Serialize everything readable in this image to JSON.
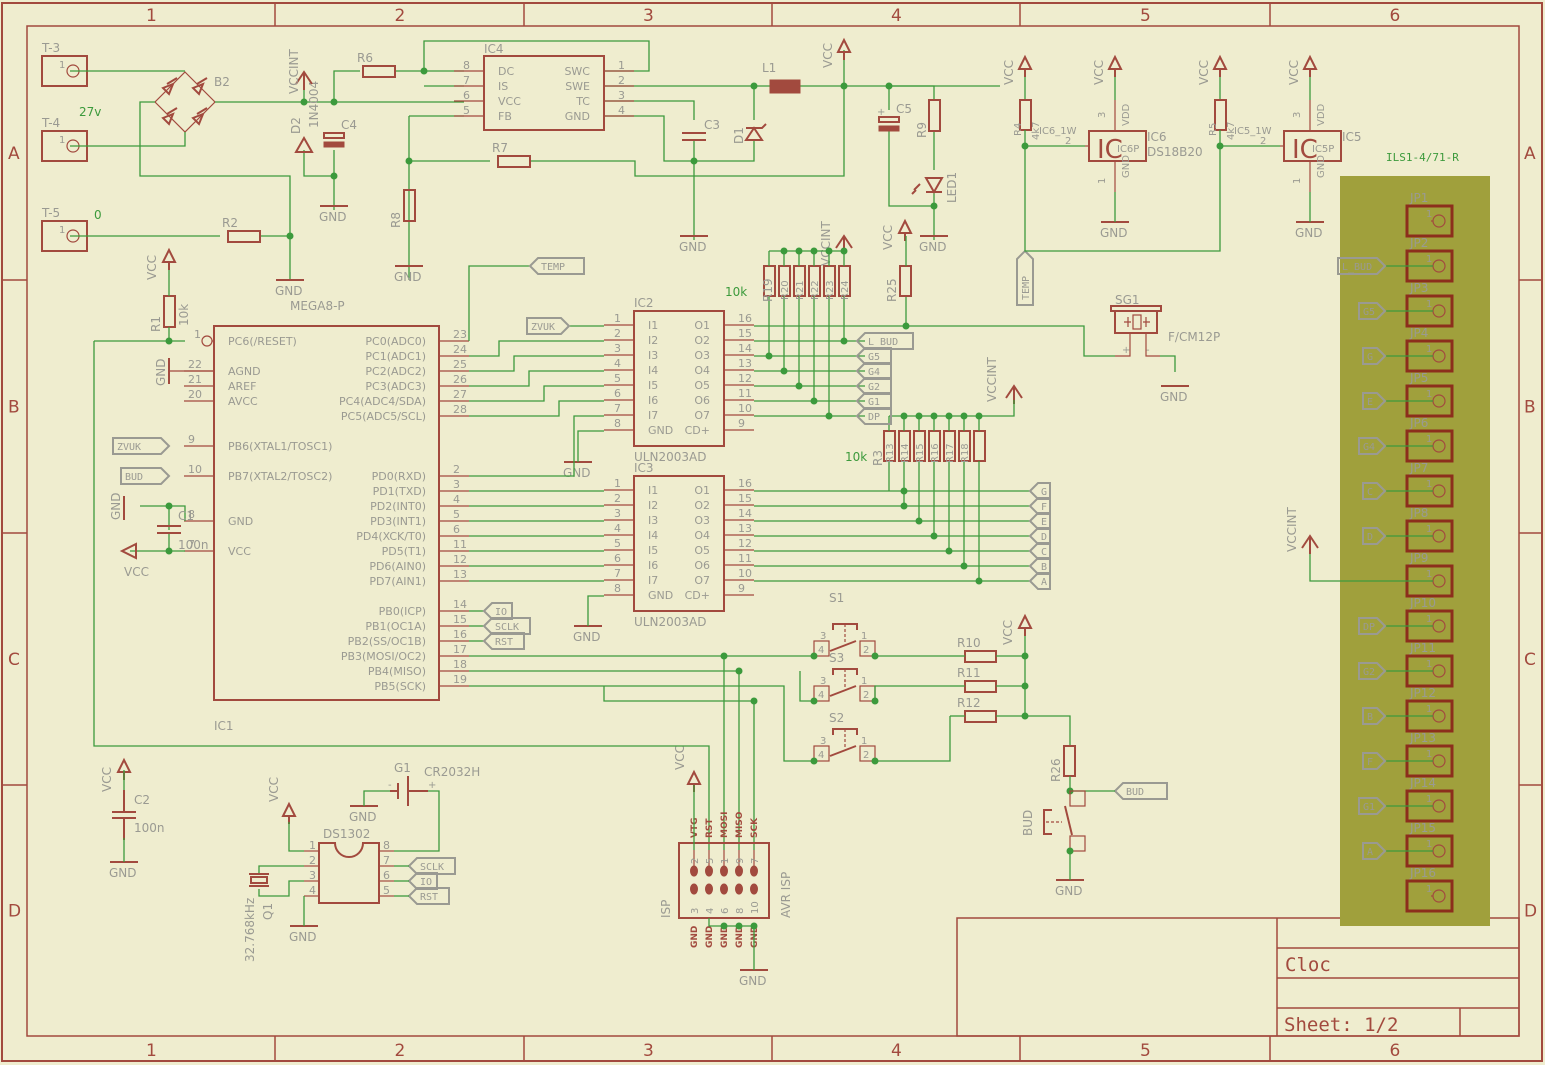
{
  "frame": {
    "columns": [
      "1",
      "2",
      "3",
      "4",
      "5",
      "6"
    ],
    "rows": [
      "A",
      "B",
      "C",
      "D"
    ]
  },
  "title_block": {
    "title": "Cloc",
    "sheet": "Sheet: 1/2"
  },
  "power": {
    "vcc": "VCC",
    "vccint": "VCCINT",
    "gnd": "GND"
  },
  "terminals": [
    {
      "ref": "T-3",
      "pin": "1",
      "note": ""
    },
    {
      "ref": "T-4",
      "pin": "1",
      "note": "27v"
    },
    {
      "ref": "T-5",
      "pin": "1",
      "note": "0"
    }
  ],
  "bridge": {
    "ref": "B2"
  },
  "supply": {
    "d2_ref": "D2",
    "d2_value": "1N4004",
    "c4_ref": "C4",
    "r6_ref": "R6",
    "r7_ref": "R7",
    "r8_ref": "R8",
    "r2_ref": "R2",
    "ic4_ref": "IC4",
    "ic4_left_pins": [
      {
        "num": "8",
        "name": "DC"
      },
      {
        "num": "7",
        "name": "IS"
      },
      {
        "num": "6",
        "name": "VCC"
      },
      {
        "num": "5",
        "name": "FB"
      }
    ],
    "ic4_right_pins": [
      {
        "num": "1",
        "name": "SWC"
      },
      {
        "num": "2",
        "name": "SWE"
      },
      {
        "num": "3",
        "name": "TC"
      },
      {
        "num": "4",
        "name": "GND"
      }
    ],
    "c3_ref": "C3",
    "d1_ref": "D1",
    "l1_ref": "L1",
    "c5_ref": "C5",
    "r9_ref": "R9",
    "led1_ref": "LED1"
  },
  "mcu": {
    "ref": "IC1",
    "value": "MEGA8-P",
    "r1_ref": "R1",
    "r1_value": "10k",
    "c1_ref": "C1",
    "c1_value": "100n",
    "left_pins": [
      {
        "num": "1",
        "name": "PC6(/RESET)"
      },
      {
        "num": "22",
        "name": "AGND"
      },
      {
        "num": "21",
        "name": "AREF"
      },
      {
        "num": "20",
        "name": "AVCC"
      },
      {
        "num": "9",
        "name": "PB6(XTAL1/TOSC1)"
      },
      {
        "num": "10",
        "name": "PB7(XTAL2/TOSC2)"
      },
      {
        "num": "8",
        "name": "GND"
      },
      {
        "num": "7",
        "name": "VCC"
      }
    ],
    "right_pins": [
      {
        "num": "23",
        "name": "PC0(ADC0)"
      },
      {
        "num": "24",
        "name": "PC1(ADC1)"
      },
      {
        "num": "25",
        "name": "PC2(ADC2)"
      },
      {
        "num": "26",
        "name": "PC3(ADC3)"
      },
      {
        "num": "27",
        "name": "PC4(ADC4/SDA)"
      },
      {
        "num": "28",
        "name": "PC5(ADC5/SCL)"
      },
      {
        "num": "2",
        "name": "PD0(RXD)"
      },
      {
        "num": "3",
        "name": "PD1(TXD)"
      },
      {
        "num": "4",
        "name": "PD2(INT0)"
      },
      {
        "num": "5",
        "name": "PD3(INT1)"
      },
      {
        "num": "6",
        "name": "PD4(XCK/T0)"
      },
      {
        "num": "11",
        "name": "PD5(T1)"
      },
      {
        "num": "12",
        "name": "PD6(AIN0)"
      },
      {
        "num": "13",
        "name": "PD7(AIN1)"
      },
      {
        "num": "14",
        "name": "PB0(ICP)"
      },
      {
        "num": "15",
        "name": "PB1(OC1A)"
      },
      {
        "num": "16",
        "name": "PB2(SS/OC1B)"
      },
      {
        "num": "17",
        "name": "PB3(MOSI/OC2)"
      },
      {
        "num": "18",
        "name": "PB4(MISO)"
      },
      {
        "num": "19",
        "name": "PB5(SCK)"
      }
    ]
  },
  "net_labels": {
    "temp": "TEMP",
    "zvuk": "ZVUK",
    "bud": "BUD",
    "l_bud": "L_BUD",
    "io": "IO",
    "sclk": "SCLK",
    "rst": "RST",
    "g5": "G5",
    "g4": "G4",
    "g2": "G2",
    "g1": "G1",
    "dp": "DP",
    "segs": [
      "G",
      "F",
      "E",
      "D",
      "C",
      "B",
      "A"
    ]
  },
  "drivers": [
    {
      "ref": "IC2",
      "value": "ULN2003AD"
    },
    {
      "ref": "IC3",
      "value": "ULN2003AD"
    }
  ],
  "uln_left_pins": [
    {
      "num": "1",
      "name": "I1"
    },
    {
      "num": "2",
      "name": "I2"
    },
    {
      "num": "3",
      "name": "I3"
    },
    {
      "num": "4",
      "name": "I4"
    },
    {
      "num": "5",
      "name": "I5"
    },
    {
      "num": "6",
      "name": "I6"
    },
    {
      "num": "7",
      "name": "I7"
    },
    {
      "num": "8",
      "name": "GND"
    }
  ],
  "uln_right_pins": [
    {
      "num": "16",
      "name": "O1"
    },
    {
      "num": "15",
      "name": "O2"
    },
    {
      "num": "14",
      "name": "O3"
    },
    {
      "num": "13",
      "name": "O4"
    },
    {
      "num": "12",
      "name": "O5"
    },
    {
      "num": "11",
      "name": "O6"
    },
    {
      "num": "10",
      "name": "O7"
    },
    {
      "num": "9",
      "name": "CD+"
    }
  ],
  "rn1": {
    "ref": "R19",
    "value": "10k",
    "subs": [
      "R20",
      "R21",
      "R22",
      "R23",
      "R24"
    ]
  },
  "rn2": {
    "ref": "R3",
    "value": "10k",
    "subs": [
      "R13",
      "R14",
      "R15",
      "R16",
      "R17",
      "R18"
    ]
  },
  "r25_ref": "R25",
  "buzzer": {
    "ref": "SG1",
    "value": "F/CM12P",
    "plus": "+",
    "minus": "-"
  },
  "sensors": [
    {
      "ref": "IC6",
      "value": "DS18B20",
      "r_ref": "R4",
      "r_value": "4k7",
      "body": "IC",
      "pkg": "IC6P",
      "part": "IC6_1W"
    },
    {
      "ref": "IC5",
      "value": "",
      "r_ref": "R5",
      "r_value": "4k7",
      "body": "IC",
      "pkg": "IC5P",
      "part": "IC5_1W"
    }
  ],
  "sensor_pins": {
    "vdd": "VDD",
    "gnd": "GND",
    "p1": "1",
    "p2": "2",
    "p3": "3"
  },
  "switches": {
    "refs": [
      "S1",
      "S3",
      "S2"
    ],
    "resistors": [
      "R10",
      "R11",
      "R12"
    ],
    "pins": [
      "3",
      "1",
      "4",
      "2"
    ]
  },
  "bud_switch": {
    "ref": "BUD",
    "r_ref": "R26"
  },
  "isp": {
    "ref": "ISP",
    "value": "AVR ISP",
    "signals": [
      "VTG",
      "RST",
      "MOSI",
      "MISO",
      "SCK"
    ],
    "top_pins": [
      "2",
      "5",
      "1",
      "9",
      "7"
    ],
    "bottom_pins": [
      "3",
      "4",
      "6",
      "8",
      "10"
    ],
    "gnds": [
      "GND",
      "GND",
      "GND",
      "GND",
      "GND"
    ]
  },
  "c2": {
    "ref": "C2",
    "value": "100n"
  },
  "rtc": {
    "ref": "DS1302",
    "left_pins": [
      "1",
      "2",
      "3",
      "4"
    ],
    "right_pins": [
      "8",
      "7",
      "6",
      "5"
    ],
    "crystal_ref": "Q1",
    "crystal_value": "32.768kHz",
    "battery_ref": "G1",
    "battery_value": "CR2032H",
    "batt_minus": "-",
    "batt_plus": "+"
  },
  "header": {
    "value": "ILS1-4/71-R",
    "pins": [
      {
        "ref": "JP1",
        "net": ""
      },
      {
        "ref": "JP2",
        "net": "L_BUD"
      },
      {
        "ref": "JP3",
        "net": "G5"
      },
      {
        "ref": "JP4",
        "net": "G"
      },
      {
        "ref": "JP5",
        "net": "E"
      },
      {
        "ref": "JP6",
        "net": "G4"
      },
      {
        "ref": "JP7",
        "net": "C"
      },
      {
        "ref": "JP8",
        "net": "D"
      },
      {
        "ref": "JP9",
        "net": "VCCINT"
      },
      {
        "ref": "JP10",
        "net": "DP"
      },
      {
        "ref": "JP11",
        "net": "G2"
      },
      {
        "ref": "JP12",
        "net": "B"
      },
      {
        "ref": "JP13",
        "net": "F"
      },
      {
        "ref": "JP14",
        "net": "G1"
      },
      {
        "ref": "JP15",
        "net": "A"
      },
      {
        "ref": "JP16",
        "net": ""
      }
    ],
    "pin_num": "1"
  }
}
